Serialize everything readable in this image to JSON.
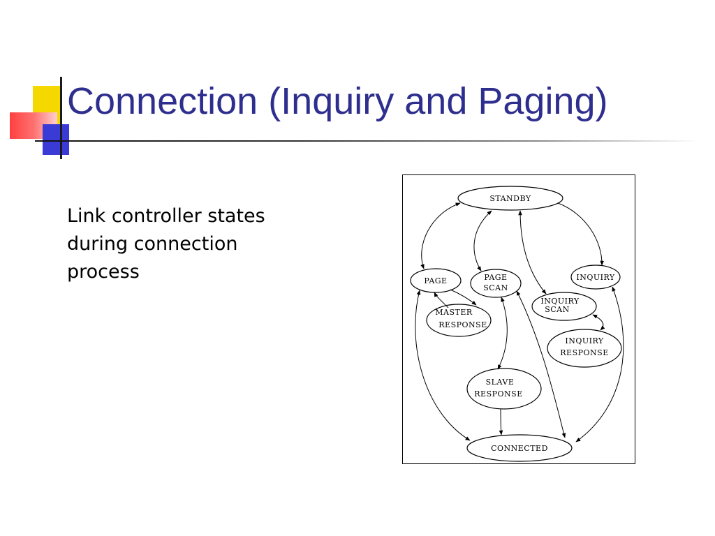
{
  "slide": {
    "title": "Connection (Inquiry and Paging)",
    "body_text": "Link controller states during connection process"
  },
  "diagram": {
    "nodes": {
      "standby": "STANDBY",
      "page": "PAGE",
      "page_scan_1": "PAGE",
      "page_scan_2": "SCAN",
      "inquiry": "INQUIRY",
      "inquiry_scan_1": "INQUIRY",
      "inquiry_scan_2": "SCAN",
      "master_response_1": "MASTER",
      "master_response_2": "RESPONSE",
      "inquiry_response_1": "INQUIRY",
      "inquiry_response_2": "RESPONSE",
      "slave_response_1": "SLAVE",
      "slave_response_2": "RESPONSE",
      "connected": "CONNECTED"
    }
  },
  "colors": {
    "title": "#2e2e8f",
    "accent_yellow": "#f5d800",
    "accent_red": "#ff4040",
    "accent_blue": "#3a3ad6"
  }
}
